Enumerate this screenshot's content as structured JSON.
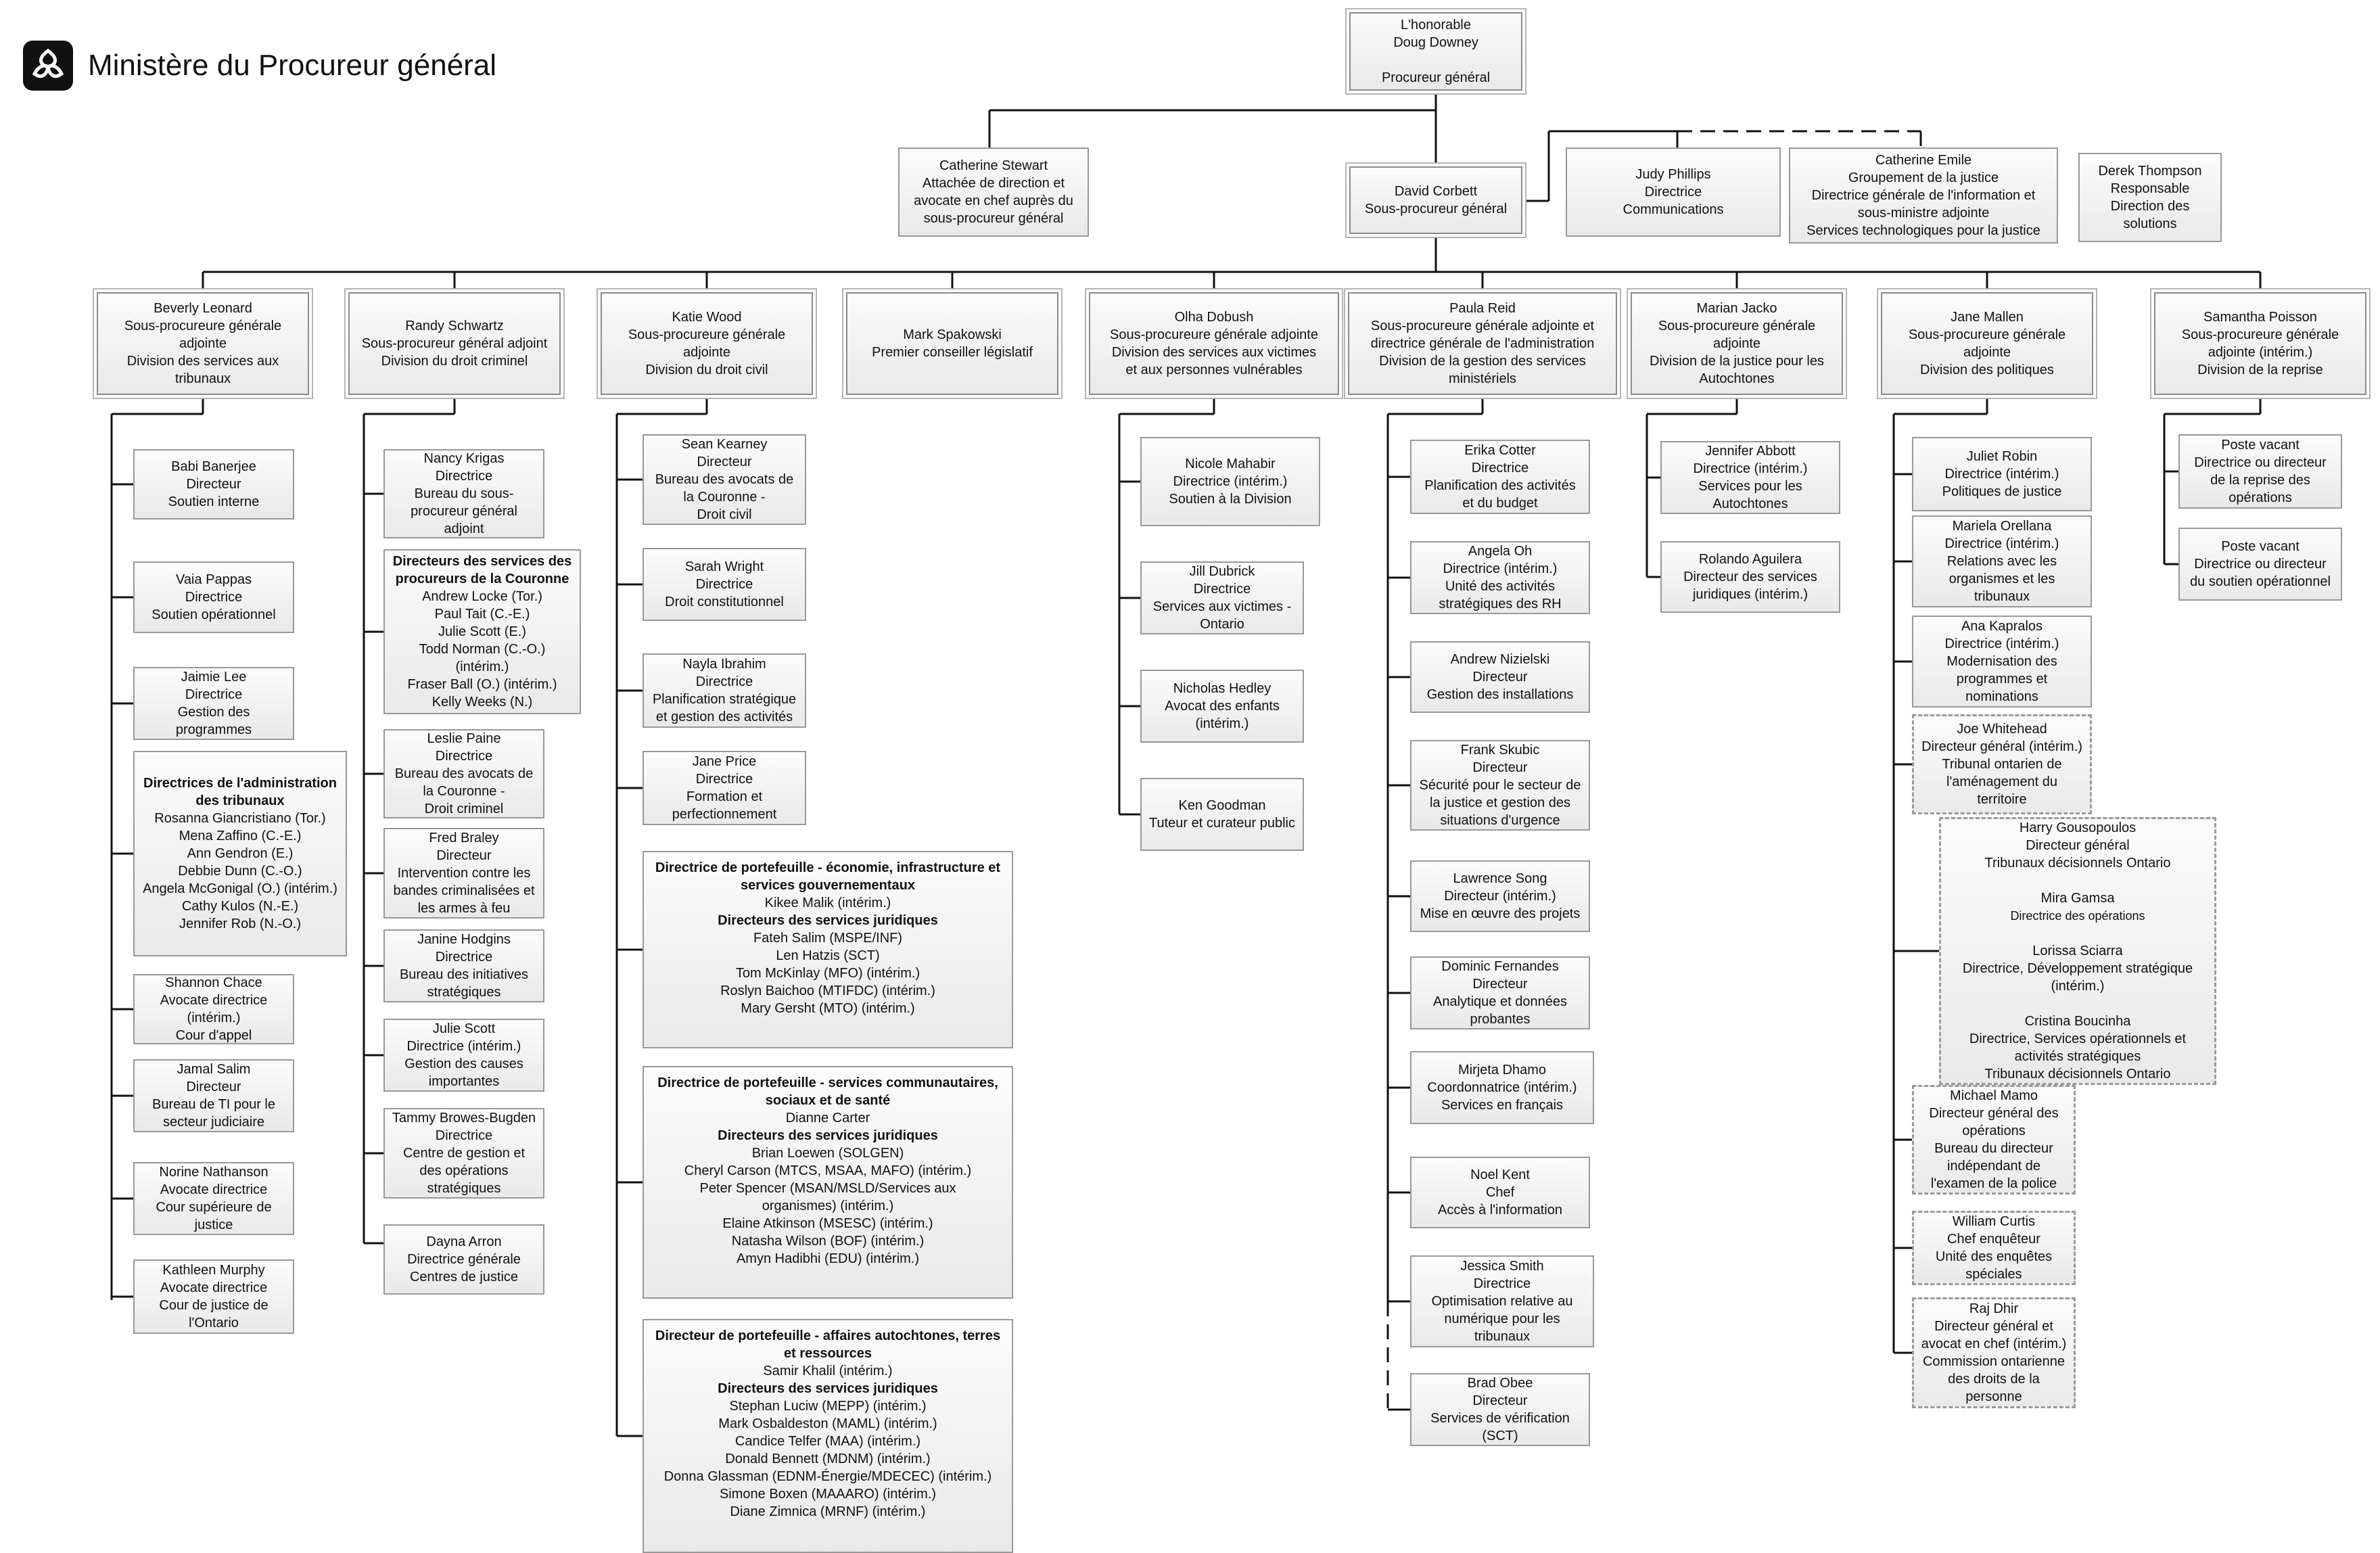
{
  "header": {
    "ministry": "Ministère du Procureur général"
  },
  "colors": {
    "line": "#111111",
    "box_border": "#8a8a8a"
  },
  "nodes": {
    "minister": [
      "L'honorable",
      "Doug Downey",
      "",
      "Procureur général"
    ],
    "stewart": [
      "Catherine Stewart",
      "Attachée de direction et",
      "avocate en chef auprès du",
      "sous-procureur général"
    ],
    "corbett": [
      "David Corbett",
      "Sous-procureur général"
    ],
    "phillips": [
      "Judy Phillips",
      "Directrice",
      "Communications"
    ],
    "emile": [
      "Catherine Emile",
      "Groupement de la justice",
      "Directrice générale de l'information et",
      "sous-ministre adjointe",
      "Services technologiques pour la justice"
    ],
    "thompson": [
      "Derek Thompson",
      "Responsable",
      "Direction des",
      "solutions"
    ],
    "leonard": [
      "Beverly Leonard",
      "Sous-procureure générale",
      "adjointe",
      "Division des services aux",
      "tribunaux"
    ],
    "schwartz": [
      "Randy Schwartz",
      "Sous-procureur général adjoint",
      "Division du droit criminel"
    ],
    "wood": [
      "Katie Wood",
      "Sous-procureure générale",
      "adjointe",
      "Division du droit civil"
    ],
    "spakowski": [
      "Mark Spakowski",
      "Premier conseiller législatif"
    ],
    "dobush": [
      "Olha Dobush",
      "Sous-procureure générale adjointe",
      "Division des services aux victimes",
      "et aux personnes vulnérables"
    ],
    "reid": [
      "Paula Reid",
      "Sous-procureure générale adjointe et",
      "directrice générale de l'administration",
      "Division de la gestion des services",
      "ministériels"
    ],
    "jacko": [
      "Marian Jacko",
      "Sous-procureure générale",
      "adjointe",
      "Division de la justice pour les",
      "Autochtones"
    ],
    "mallen": [
      "Jane Mallen",
      "Sous-procureure générale",
      "adjointe",
      "Division des politiques"
    ],
    "poisson": [
      "Samantha Poisson",
      "Sous-procureure générale",
      "adjointe (intérim.)",
      "Division de la reprise"
    ],
    "banerjee": [
      "Babi Banerjee",
      "Directeur",
      "Soutien interne"
    ],
    "pappas": [
      "Vaia Pappas",
      "Directrice",
      "Soutien opérationnel"
    ],
    "jaimie": [
      "Jaimie Lee",
      "Directrice",
      "Gestion des",
      "programmes"
    ],
    "admin_trib_title": "Directrices de l'administration des tribunaux",
    "admin_trib": [
      "Rosanna Giancristiano (Tor.)",
      "Mena Zaffino (C.-E.)",
      "Ann Gendron (E.)",
      "Debbie Dunn (C.-O.)",
      "Angela McGonigal (O.) (intérim.)",
      "Cathy Kulos (N.-E.)",
      "Jennifer Rob (N.-O.)"
    ],
    "chace": [
      "Shannon Chace",
      "Avocate directrice",
      "(intérim.)",
      "Cour d'appel"
    ],
    "salim": [
      "Jamal Salim",
      "Directeur",
      "Bureau de TI pour le",
      "secteur judiciaire"
    ],
    "nathanson": [
      "Norine Nathanson",
      "Avocate directrice",
      "Cour supérieure de",
      "justice"
    ],
    "murphy": [
      "Kathleen Murphy",
      "Avocate directrice",
      "Cour de justice de",
      "l'Ontario"
    ],
    "krigas": [
      "Nancy Krigas",
      "Directrice",
      "Bureau du sous-",
      "procureur général",
      "adjoint"
    ],
    "couronne_title": "Directeurs des services des procureurs de la Couronne",
    "couronne": [
      "Andrew Locke (Tor.)",
      "Paul Tait (C.-E.)",
      "Julie Scott (E.)",
      "Todd Norman (C.-O.)",
      "(intérim.)",
      "Fraser Ball (O.) (intérim.)",
      "Kelly Weeks (N.)"
    ],
    "paine": [
      "Leslie Paine",
      "Directrice",
      "Bureau des avocats de",
      "la Couronne -",
      "Droit criminel"
    ],
    "braley": [
      "Fred Braley",
      "Directeur",
      "Intervention contre les",
      "bandes criminalisées et",
      "les armes à feu"
    ],
    "hodgins": [
      "Janine Hodgins",
      "Directrice",
      "Bureau des initiatives",
      "stratégiques"
    ],
    "jscott": [
      "Julie Scott",
      "Directrice (intérim.)",
      "Gestion des causes",
      "importantes"
    ],
    "browes": [
      "Tammy Browes-Bugden",
      "Directrice",
      "Centre de gestion et",
      "des opérations",
      "stratégiques"
    ],
    "arron": [
      "Dayna Arron",
      "Directrice générale",
      "Centres de justice"
    ],
    "kearney": [
      "Sean Kearney",
      "Directeur",
      "Bureau des avocats de",
      "la Couronne -",
      "Droit civil"
    ],
    "wright": [
      "Sarah Wright",
      "Directrice",
      "Droit constitutionnel"
    ],
    "ibrahim": [
      "Nayla Ibrahim",
      "Directrice",
      "Planification stratégique",
      "et gestion des activités"
    ],
    "price": [
      "Jane Price",
      "Directrice",
      "Formation et",
      "perfectionnement"
    ],
    "pf1": {
      "title": "Directrice de portefeuille - économie, infrastructure et services gouvernementaux",
      "lead": "Kikee Malik (intérim.)",
      "subtitle": "Directeurs des services juridiques",
      "people": [
        "Fateh Salim (MSPE/INF)",
        "Len Hatzis (SCT)",
        "Tom McKinlay (MFO) (intérim.)",
        "Roslyn Baichoo (MTIFDC) (intérim.)",
        "Mary Gersht (MTO) (intérim.)"
      ]
    },
    "pf2": {
      "title": "Directrice de portefeuille - services communautaires, sociaux et de santé",
      "lead": "Dianne Carter",
      "subtitle": "Directeurs des services juridiques",
      "people": [
        "Brian Loewen (SOLGEN)",
        "Cheryl Carson (MTCS, MSAA, MAFO) (intérim.)",
        "Peter Spencer (MSAN/MSLD/Services aux",
        "organismes) (intérim.)",
        "Elaine Atkinson (MSESC) (intérim.)",
        "Natasha Wilson (BOF) (intérim.)",
        "Amyn Hadibhi (EDU) (intérim.)"
      ]
    },
    "pf3": {
      "title": "Directeur de portefeuille - affaires autochtones, terres et ressources",
      "lead": "Samir Khalil (intérim.)",
      "subtitle": "Directeurs des services juridiques",
      "people": [
        "Stephan Luciw (MEPP) (intérim.)",
        "Mark Osbaldeston (MAML) (intérim.)",
        "Candice Telfer (MAA) (intérim.)",
        "Donald Bennett (MDNM) (intérim.)",
        "Donna Glassman (EDNM-Énergie/MDECEC) (intérim.)",
        "Simone Boxen (MAAARO) (intérim.)",
        "Diane Zimnica (MRNF) (intérim.)"
      ]
    },
    "mahabir": [
      "Nicole Mahabir",
      "Directrice (intérim.)",
      "Soutien à la Division"
    ],
    "dubrick": [
      "Jill Dubrick",
      "Directrice",
      "Services aux victimes -",
      "Ontario"
    ],
    "hedley": [
      "Nicholas Hedley",
      "Avocat des enfants",
      "(intérim.)"
    ],
    "goodman": [
      "Ken Goodman",
      "Tuteur et curateur public"
    ],
    "cotter": [
      "Erika Cotter",
      "Directrice",
      "Planification des activités",
      "et du budget"
    ],
    "oh": [
      "Angela Oh",
      "Directrice (intérim.)",
      "Unité des activités",
      "stratégiques des RH"
    ],
    "nizielski": [
      "Andrew Nizielski",
      "Directeur",
      "Gestion des installations"
    ],
    "skubic": [
      "Frank Skubic",
      "Directeur",
      "Sécurité pour le secteur de",
      "la justice et gestion des",
      "situations d'urgence"
    ],
    "song": [
      "Lawrence Song",
      "Directeur (intérim.)",
      "Mise en œuvre des projets"
    ],
    "fernandes": [
      "Dominic Fernandes",
      "Directeur",
      "Analytique et données",
      "probantes"
    ],
    "dhamo": [
      "Mirjeta Dhamo",
      "Coordonnatrice (intérim.)",
      "Services en français"
    ],
    "kent": [
      "Noel Kent",
      "Chef",
      "Accès à l'information"
    ],
    "jsmith": [
      "Jessica Smith",
      "Directrice",
      "Optimisation relative au",
      "numérique pour les",
      "tribunaux"
    ],
    "obee": [
      "Brad Obee",
      "Directeur",
      "Services de vérification",
      "(SCT)"
    ],
    "abbott": [
      "Jennifer Abbott",
      "Directrice (intérim.)",
      "Services pour les",
      "Autochtones"
    ],
    "aguilera": [
      "Rolando Aguilera",
      "Directeur des services",
      "juridiques (intérim.)"
    ],
    "robin": [
      "Juliet Robin",
      "Directrice (intérim.)",
      "Politiques de justice"
    ],
    "orellana": [
      "Mariela Orellana",
      "Directrice (intérim.)",
      "Relations avec les",
      "organismes et les",
      "tribunaux"
    ],
    "kapralos": [
      "Ana Kapralos",
      "Directrice (intérim.)",
      "Modernisation des",
      "programmes et",
      "nominations"
    ],
    "whitehead": [
      "Joe Whitehead",
      "Directeur général (intérim.)",
      "Tribunal ontarien de",
      "l'aménagement du",
      "territoire"
    ],
    "tribunaux": {
      "groups": [
        [
          "Harry Gousopoulos",
          "Directeur général",
          "Tribunaux décisionnels Ontario"
        ],
        [
          "Mira Gamsa",
          "Directrice des opérations"
        ],
        [
          "Lorissa Sciarra",
          "Directrice, Développement stratégique",
          "(intérim.)"
        ],
        [
          "Cristina Boucinha",
          "Directrice, Services opérationnels et",
          "activités stratégiques",
          "Tribunaux décisionnels Ontario"
        ]
      ]
    },
    "mamo": [
      "Michael Mamo",
      "Directeur général des",
      "opérations",
      "Bureau du directeur",
      "indépendant de",
      "l'examen de la police"
    ],
    "curtis": [
      "William Curtis",
      "Chef enquêteur",
      "Unité des enquêtes",
      "spéciales"
    ],
    "dhir": [
      "Raj Dhir",
      "Directeur général et",
      "avocat en chef (intérim.)",
      "Commission ontarienne",
      "des droits de la",
      "personne"
    ],
    "vacant1": [
      "Poste vacant",
      "Directrice ou directeur",
      "de la reprise des",
      "opérations"
    ],
    "vacant2": [
      "Poste vacant",
      "Directrice ou directeur",
      "du soutien opérationnel"
    ]
  }
}
